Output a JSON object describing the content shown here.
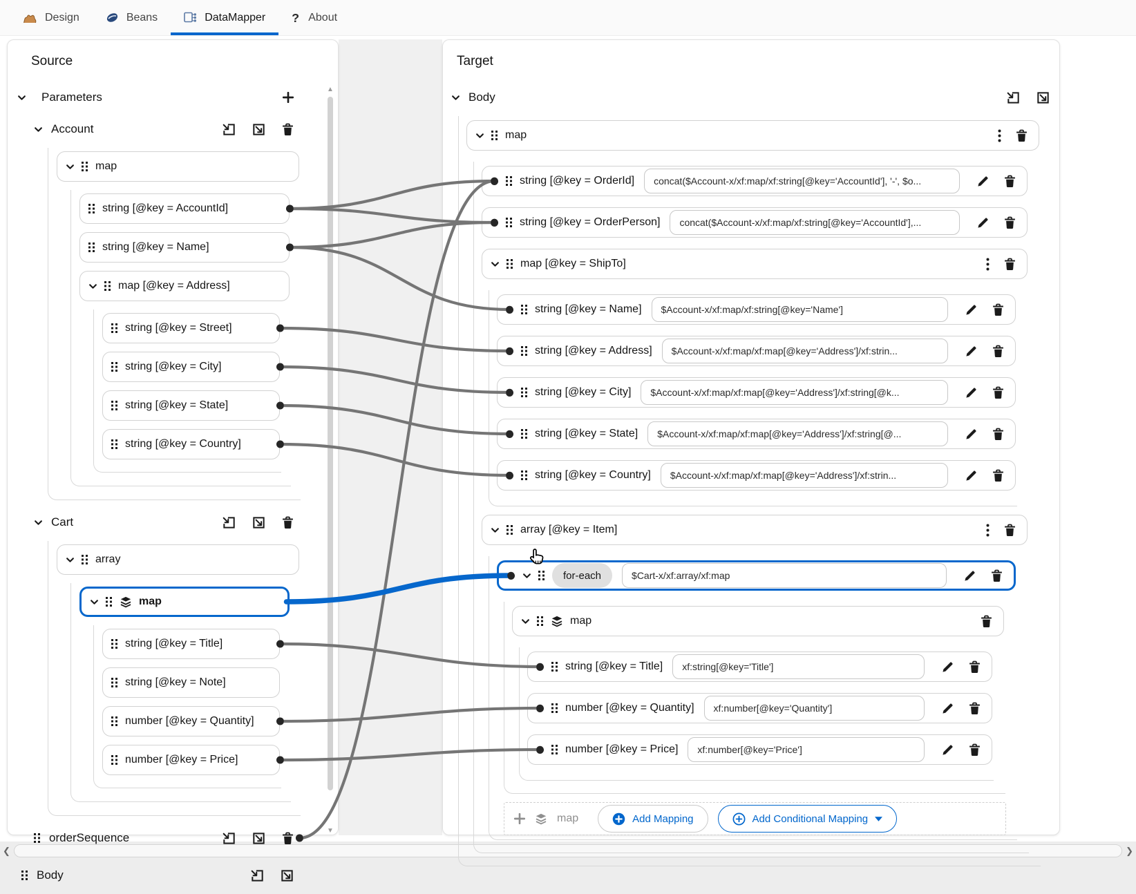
{
  "tabs": [
    {
      "label": "Design",
      "icon": "camel-icon",
      "active": false
    },
    {
      "label": "Beans",
      "icon": "bean-icon",
      "active": false
    },
    {
      "label": "DataMapper",
      "icon": "datamapper-icon",
      "active": true
    },
    {
      "label": "About",
      "icon": "question-icon",
      "active": false
    }
  ],
  "colors": {
    "accent": "#0066cc",
    "connection_line": "#757575",
    "selected_border": "#0667cc",
    "channel_bg": "#f0f0f0"
  },
  "source": {
    "title": "Source",
    "tree": [
      {
        "name": "parameters-header",
        "label": "Parameters",
        "kind": "root",
        "chevron": true,
        "actions": [
          "plus"
        ],
        "children": [
          {
            "name": "param-account",
            "label": "Account",
            "kind": "section",
            "chevron": true,
            "actions": [
              "import",
              "attach",
              "trash"
            ],
            "children": [
              {
                "name": "account-map",
                "label": "map",
                "chevron": true,
                "grip": true,
                "children": [
                  {
                    "name": "account-accountid",
                    "label": "string [@key = AccountId]",
                    "grip": true,
                    "port": "src-accountid"
                  },
                  {
                    "name": "account-name",
                    "label": "string [@key = Name]",
                    "grip": true,
                    "port": "src-name"
                  },
                  {
                    "name": "account-address",
                    "label": "map [@key = Address]",
                    "chevron": true,
                    "grip": true,
                    "children": [
                      {
                        "name": "address-street",
                        "label": "string [@key = Street]",
                        "grip": true,
                        "port": "src-street"
                      },
                      {
                        "name": "address-city",
                        "label": "string [@key = City]",
                        "grip": true,
                        "port": "src-city"
                      },
                      {
                        "name": "address-state",
                        "label": "string [@key = State]",
                        "grip": true,
                        "port": "src-state"
                      },
                      {
                        "name": "address-country",
                        "label": "string [@key = Country]",
                        "grip": true,
                        "port": "src-country"
                      }
                    ]
                  }
                ]
              }
            ]
          },
          {
            "name": "param-cart",
            "label": "Cart",
            "kind": "section",
            "chevron": true,
            "actions": [
              "import",
              "attach",
              "trash"
            ],
            "children": [
              {
                "name": "cart-array",
                "label": "array",
                "chevron": true,
                "grip": true,
                "children": [
                  {
                    "name": "cart-map",
                    "label": "map",
                    "chevron": true,
                    "grip": true,
                    "layers": true,
                    "selected": true,
                    "port": "src-cart-map",
                    "children": [
                      {
                        "name": "cart-title",
                        "label": "string [@key = Title]",
                        "grip": true,
                        "port": "src-title"
                      },
                      {
                        "name": "cart-note",
                        "label": "string [@key = Note]",
                        "grip": true
                      },
                      {
                        "name": "cart-quantity",
                        "label": "number [@key = Quantity]",
                        "grip": true,
                        "port": "src-quantity"
                      },
                      {
                        "name": "cart-price",
                        "label": "number [@key = Price]",
                        "grip": true,
                        "port": "src-price"
                      }
                    ]
                  }
                ]
              }
            ]
          },
          {
            "name": "param-ordersequence",
            "label": "orderSequence",
            "kind": "section",
            "grip": true,
            "actions": [
              "import",
              "attach",
              "trash"
            ],
            "port": "src-ordersequence"
          }
        ]
      },
      {
        "name": "source-body",
        "label": "Body",
        "kind": "section",
        "grip": true,
        "actions": [
          "import",
          "attach"
        ],
        "bodysect": true
      }
    ]
  },
  "target": {
    "title": "Target",
    "footer": {
      "hint": "map",
      "add_mapping_label": "Add Mapping",
      "add_conditional_label": "Add Conditional Mapping"
    },
    "tree": [
      {
        "name": "target-body",
        "label": "Body",
        "kind": "section",
        "chevron": true,
        "actions": [
          "import",
          "attach"
        ],
        "children": [
          {
            "name": "tgt-map",
            "label": "map",
            "chevron": true,
            "grip": true,
            "actions": [
              "kebab",
              "trash"
            ],
            "children": [
              {
                "name": "tgt-orderid",
                "label": "string [@key = OrderId]",
                "grip": true,
                "port": "tgt-orderid",
                "expr": "concat($Account-x/xf:map/xf:string[@key='AccountId'], '-', $o...",
                "actions": [
                  "pencil",
                  "trash"
                ]
              },
              {
                "name": "tgt-orderperson",
                "label": "string [@key = OrderPerson]",
                "grip": true,
                "port": "tgt-orderperson",
                "expr": "concat($Account-x/xf:map/xf:string[@key='AccountId'],...",
                "actions": [
                  "pencil",
                  "trash"
                ]
              },
              {
                "name": "tgt-shipto",
                "label": "map [@key = ShipTo]",
                "chevron": true,
                "grip": true,
                "actions": [
                  "kebab",
                  "trash"
                ],
                "children": [
                  {
                    "name": "tgt-shipto-name",
                    "label": "string [@key = Name]",
                    "grip": true,
                    "port": "tgt-shipto-name",
                    "expr": "$Account-x/xf:map/xf:string[@key='Name']",
                    "actions": [
                      "pencil",
                      "trash"
                    ]
                  },
                  {
                    "name": "tgt-address",
                    "label": "string [@key = Address]",
                    "grip": true,
                    "port": "tgt-address",
                    "expr": "$Account-x/xf:map/xf:map[@key='Address']/xf:strin...",
                    "actions": [
                      "pencil",
                      "trash"
                    ]
                  },
                  {
                    "name": "tgt-city",
                    "label": "string [@key = City]",
                    "grip": true,
                    "port": "tgt-city",
                    "expr": "$Account-x/xf:map/xf:map[@key='Address']/xf:string[@k...",
                    "actions": [
                      "pencil",
                      "trash"
                    ]
                  },
                  {
                    "name": "tgt-state",
                    "label": "string [@key = State]",
                    "grip": true,
                    "port": "tgt-state",
                    "expr": "$Account-x/xf:map/xf:map[@key='Address']/xf:string[@...",
                    "actions": [
                      "pencil",
                      "trash"
                    ]
                  },
                  {
                    "name": "tgt-country",
                    "label": "string [@key = Country]",
                    "grip": true,
                    "port": "tgt-country",
                    "expr": "$Account-x/xf:map/xf:map[@key='Address']/xf:strin...",
                    "actions": [
                      "pencil",
                      "trash"
                    ]
                  }
                ]
              },
              {
                "name": "tgt-item",
                "label": "array [@key = Item]",
                "chevron": true,
                "grip": true,
                "actions": [
                  "kebab",
                  "trash"
                ],
                "children": [
                  {
                    "name": "tgt-foreach",
                    "pill": "for-each",
                    "chevron": true,
                    "grip": true,
                    "selected": true,
                    "port": "tgt-foreach",
                    "expr": "$Cart-x/xf:array/xf:map",
                    "actions": [
                      "pencil",
                      "trash"
                    ],
                    "children": [
                      {
                        "name": "tgt-item-map",
                        "label": "map",
                        "chevron": true,
                        "grip": true,
                        "layers": true,
                        "actions": [
                          "trash"
                        ],
                        "children": [
                          {
                            "name": "tgt-title",
                            "label": "string [@key = Title]",
                            "grip": true,
                            "port": "tgt-title",
                            "expr": "xf:string[@key='Title']",
                            "actions": [
                              "pencil",
                              "trash"
                            ]
                          },
                          {
                            "name": "tgt-quantity",
                            "label": "number [@key = Quantity]",
                            "grip": true,
                            "port": "tgt-quantity",
                            "expr": "xf:number[@key='Quantity']",
                            "actions": [
                              "pencil",
                              "trash"
                            ]
                          },
                          {
                            "name": "tgt-price",
                            "label": "number [@key = Price]",
                            "grip": true,
                            "port": "tgt-price",
                            "expr": "xf:number[@key='Price']",
                            "actions": [
                              "pencil",
                              "trash"
                            ]
                          }
                        ]
                      }
                    ]
                  },
                  {
                    "kind": "footer",
                    "name": "add-mapping-footer"
                  }
                ]
              }
            ]
          }
        ]
      }
    ]
  },
  "mappings": [
    {
      "from": "src-accountid",
      "to": "tgt-orderid",
      "kind": "link"
    },
    {
      "from": "src-ordersequence",
      "to": "tgt-orderid",
      "kind": "link"
    },
    {
      "from": "src-accountid",
      "to": "tgt-orderperson",
      "kind": "link"
    },
    {
      "from": "src-name",
      "to": "tgt-orderperson",
      "kind": "link"
    },
    {
      "from": "src-name",
      "to": "tgt-shipto-name",
      "kind": "link"
    },
    {
      "from": "src-street",
      "to": "tgt-address",
      "kind": "link"
    },
    {
      "from": "src-city",
      "to": "tgt-city",
      "kind": "link"
    },
    {
      "from": "src-state",
      "to": "tgt-state",
      "kind": "link"
    },
    {
      "from": "src-country",
      "to": "tgt-country",
      "kind": "link"
    },
    {
      "from": "src-title",
      "to": "tgt-title",
      "kind": "link"
    },
    {
      "from": "src-quantity",
      "to": "tgt-quantity",
      "kind": "link"
    },
    {
      "from": "src-price",
      "to": "tgt-price",
      "kind": "link"
    },
    {
      "from": "src-cart-map",
      "to": "tgt-foreach",
      "kind": "selected"
    }
  ]
}
